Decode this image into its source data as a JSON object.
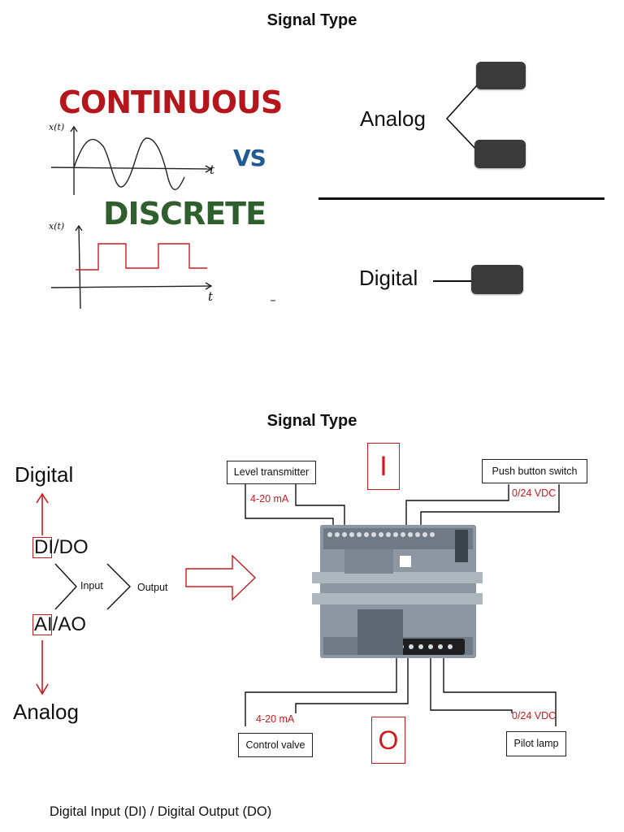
{
  "top": {
    "title": "Signal Type",
    "continuous": "CONTINUOUS",
    "vs": "VS",
    "discrete": "DISCRETE",
    "x_of_t_label": "x(t)",
    "t_label": "t",
    "analog": "Analog",
    "digital": "Digital"
  },
  "bottom": {
    "title": "Signal Type",
    "left": {
      "digital": "Digital",
      "analog": "Analog",
      "di_do": "DI/DO",
      "di_first": "D",
      "di_rest": "I/DO",
      "ai_first": "A",
      "ai_rest": "I/AO",
      "input": "Input",
      "output": "Output"
    },
    "labels": {
      "level_transmitter": "Level transmitter",
      "push_button_switch": "Push button switch",
      "control_valve": "Control valve",
      "pilot_lamp": "Pilot lamp",
      "ma_in": "4-20 mA",
      "vdc_in": "0/24 VDC",
      "ma_out": "4-20 mA",
      "vdc_out": "0/24 VDC",
      "I": "I",
      "O": "O"
    },
    "caption": "Digital Input (DI) / Digital Output (DO)"
  },
  "colors": {
    "red": "#d0191d",
    "continuous_red": "#b5161c",
    "vs_blue": "#1f5a94",
    "discrete_green": "#2f5f2c",
    "plc_body": "#7f8c99"
  }
}
